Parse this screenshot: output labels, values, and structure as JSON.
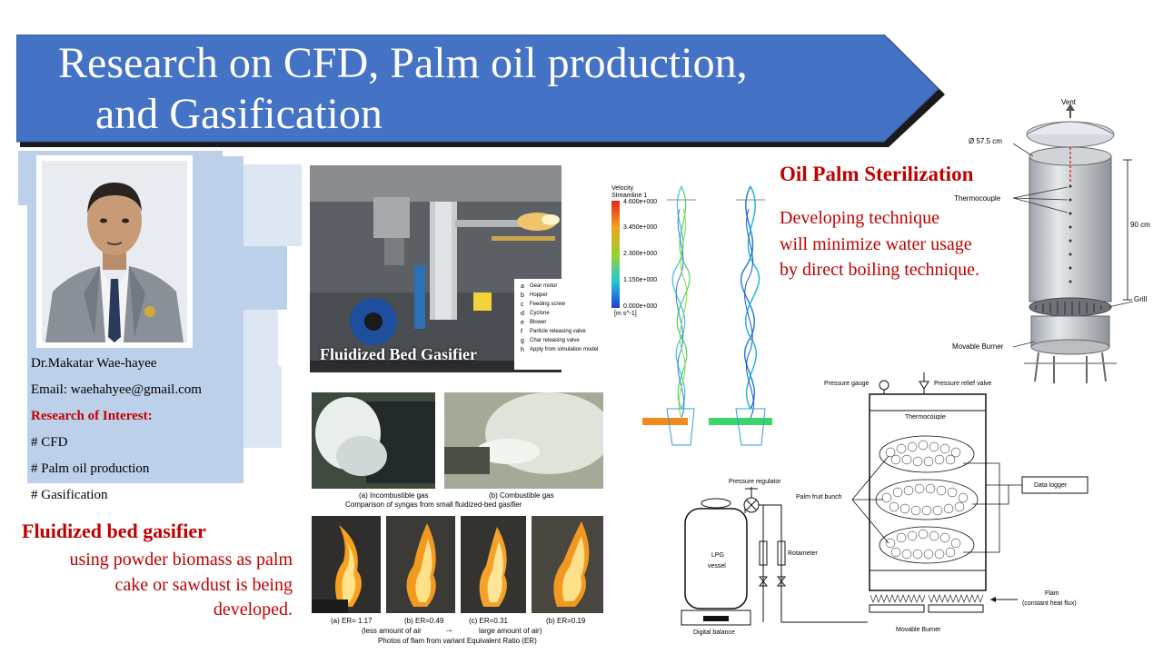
{
  "title": {
    "line1": "Research on CFD, Palm oil production,",
    "line2": "and Gasification"
  },
  "profile": {
    "name": "Dr.Makatar Wae-hayee",
    "email": "Email: waehahyee@gmail.com",
    "interest_heading": "Research of Interest:",
    "interests": [
      "# CFD",
      "# Palm oil production",
      "# Gasification"
    ]
  },
  "gasifier": {
    "heading": "Fluidized bed gasifier",
    "description": [
      "using powder biomass as palm",
      "cake or sawdust is being",
      "developed."
    ],
    "photo_label": "Fluidized Bed Gasifier",
    "legend": [
      {
        "key": "a",
        "text": "Gear motor"
      },
      {
        "key": "b",
        "text": "Hopper"
      },
      {
        "key": "c",
        "text": "Feeding screw"
      },
      {
        "key": "d",
        "text": "Cyclone"
      },
      {
        "key": "e",
        "text": "Blower"
      },
      {
        "key": "f",
        "text": "Particle releasing valve"
      },
      {
        "key": "g",
        "text": "Char releasing valve"
      },
      {
        "key": "h",
        "text": "Apply from simulation model"
      }
    ],
    "syngas_captions": [
      "(a) Incombustible gas",
      "(b) Combustible gas"
    ],
    "syngas_title": "Comparison of syngas from small fluidized-bed gasifier",
    "flame_captions": [
      "(a) ER= 1.17",
      "(b) ER=0.49",
      "(c) ER=0.31",
      "(b) ER=0.19"
    ],
    "air_less": "(less amount of air",
    "air_arrow": "→",
    "air_more": "large amount of air)",
    "flame_title": "Photos of flam from variant Equivalent Ratio (ER)"
  },
  "cfd": {
    "legend_title": "Velocity",
    "legend_sub": "Streamline 1",
    "legend_values": [
      "4.600e+000",
      "3.450e+000",
      "2.300e+000",
      "1.150e+000",
      "0.000e+000"
    ],
    "legend_unit": "[m s^-1]"
  },
  "sterilization": {
    "heading": "Oil Palm Sterilization",
    "description": [
      "Developing technique",
      "will minimize water usage",
      "by direct boiling technique."
    ]
  },
  "vessel3d": {
    "vent": "Vent",
    "diameter": "Ø 57.5 cm",
    "thermocouple": "Thermocouple",
    "height": "90 cm",
    "grill": "Grill",
    "burner": "Movable Burner"
  },
  "schematic": {
    "pressure_gauge": "Pressure gauge",
    "relief_valve": "Pressure relief valve",
    "thermocouple": "Thermocouple",
    "pressure_regulator": "Pressure regulator",
    "fruit_bunch": "Palm fruit bunch",
    "data_logger": "Data logger",
    "lpg_line1": "LPG",
    "lpg_line2": "vessel",
    "rotameter": "Rotameter",
    "flam_line1": "Flam",
    "flam_line2": "(constant heat flux)",
    "digital_balance": "Digital balance",
    "movable_burner": "Movable Burner"
  },
  "colors": {
    "banner": "#4472c4",
    "banner_shadow": "#1a1a1a",
    "panel_light": "#dde6f3",
    "panel_mid": "#bdd0ea",
    "panel_dark": "#a9c0e3",
    "accent_red": "#c00000"
  }
}
